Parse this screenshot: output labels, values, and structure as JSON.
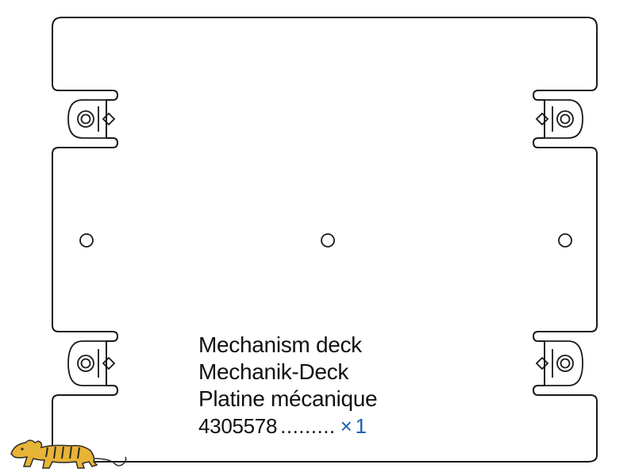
{
  "part": {
    "name_en": "Mechanism deck",
    "name_de": "Mechanik-Deck",
    "name_fr": "Platine mécanique",
    "number": "4305578",
    "leader": ".........",
    "quantity_symbol": "×",
    "quantity": "1"
  },
  "colors": {
    "outline": "#1a1a1a",
    "text": "#111111",
    "quantity": "#1b5fb0",
    "logo_fill": "#e8b437",
    "logo_stroke": "#2a2a2a"
  },
  "icons": {
    "logo": "tiger-logo-icon"
  }
}
